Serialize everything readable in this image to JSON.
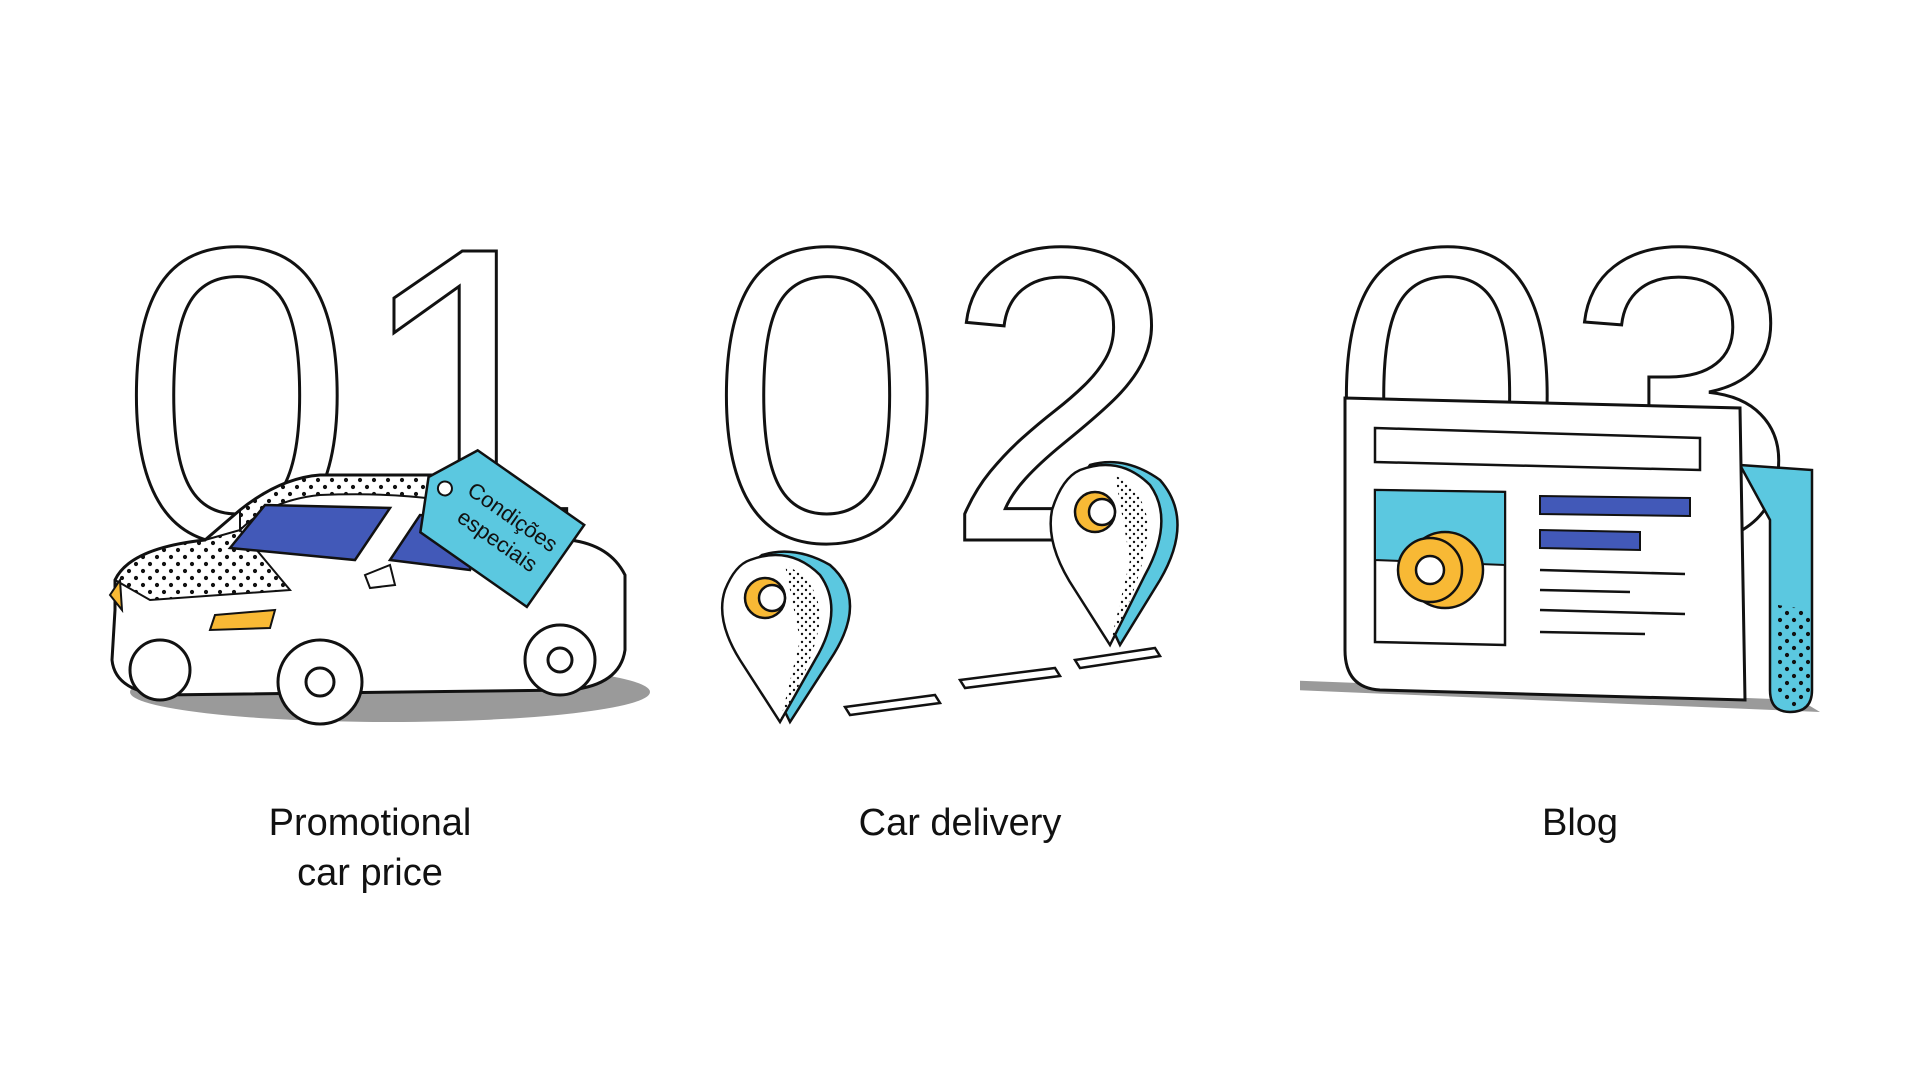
{
  "features": [
    {
      "number": "01",
      "caption": "Promotional\ncar price",
      "tag_line1": "Condições",
      "tag_line2": "especiais"
    },
    {
      "number": "02",
      "caption": "Car delivery"
    },
    {
      "number": "03",
      "caption": "Blog"
    }
  ],
  "colors": {
    "accent_blue": "#5bc8e0",
    "dark_blue": "#4259b8",
    "yellow": "#f8b935",
    "outline": "#111111",
    "shadow": "#9a9a9a"
  },
  "icons": {
    "feature1": "car-with-price-tag-icon",
    "feature2": "map-pins-route-icon",
    "feature3": "newspaper-icon"
  }
}
